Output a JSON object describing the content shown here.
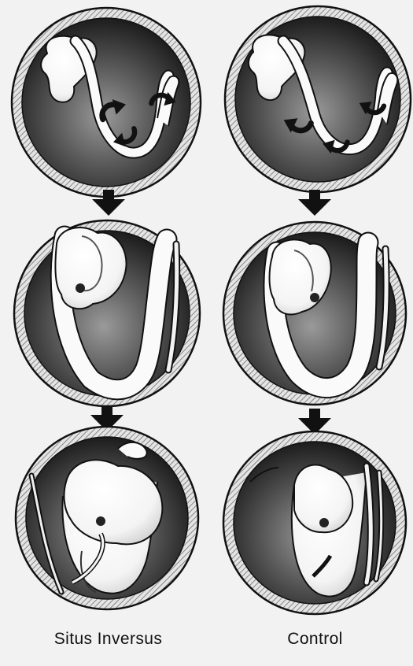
{
  "figure": {
    "columns": [
      {
        "label": "Situs Inversus",
        "stages": [
          "early",
          "middle",
          "late"
        ],
        "looping": "reversed"
      },
      {
        "label": "Control",
        "stages": [
          "early",
          "middle",
          "late"
        ],
        "looping": "normal"
      }
    ],
    "colors": {
      "ink": "#111111",
      "paper": "#f2f2f2",
      "membrane_hatch": "#8a8a8a",
      "interior_dark": "#1a1a1a",
      "interior_mid": "#5c5c5c",
      "embryo": "#fbfbfb"
    },
    "icons": {
      "arrow": "down-arrow-icon",
      "rotation": "curved-rotation-arrow-icon"
    }
  }
}
